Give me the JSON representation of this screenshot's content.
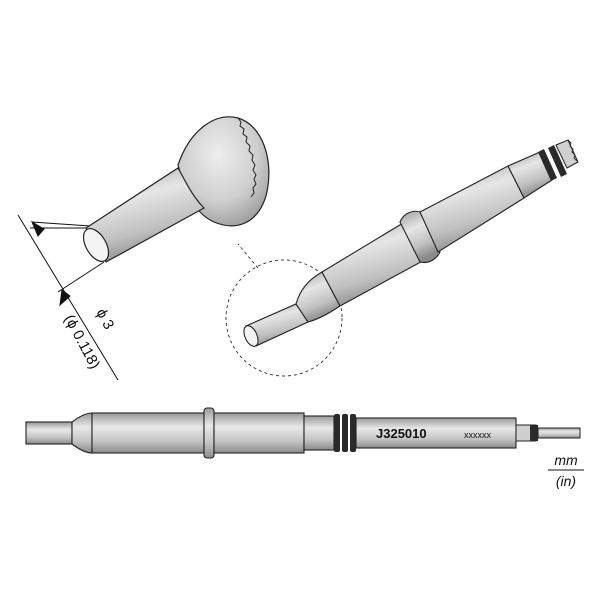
{
  "dimension": {
    "symbol": "ϕ",
    "value_mm": "3",
    "value_in": "(ϕ 0.118)"
  },
  "part": {
    "code": "J325010",
    "serial": "xxxxxx"
  },
  "units": {
    "primary": "mm",
    "secondary": "(in)"
  },
  "colors": {
    "body_light": "#e2e2e2",
    "body_mid": "#bdbdbd",
    "body_dark": "#8e8e8e",
    "outline": "#222222",
    "ring_dark": "#2a2a2a"
  }
}
